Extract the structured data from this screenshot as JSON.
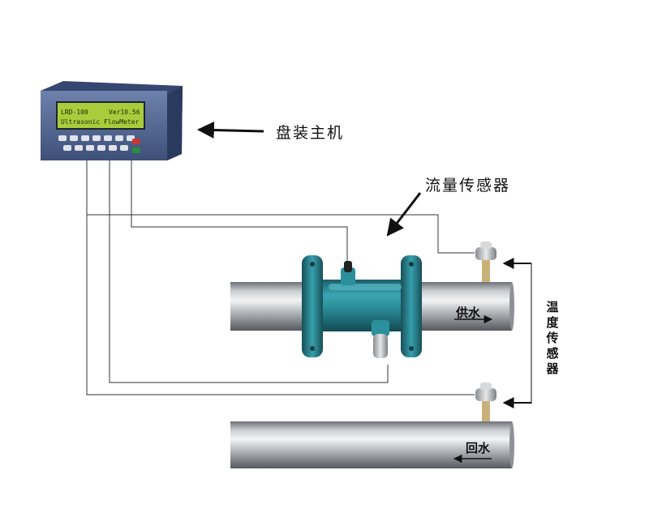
{
  "labels": {
    "panel_meter": "盘装主机",
    "flow_sensor": "流量传感器",
    "temp_sensor": "温度传感器",
    "supply_water": "供水",
    "return_water": "回水"
  },
  "meter_display": {
    "line1_left": "LRD-100",
    "line1_right": "Ver10.56",
    "line2": "Ultrasonic FlowMeter"
  },
  "colors": {
    "meter_body": "#4a5f88",
    "lcd_background": "#a9cc3c",
    "flow_sensor_body": "#2a8c98",
    "pipe": "#a8acb0",
    "wire": "#333333"
  }
}
